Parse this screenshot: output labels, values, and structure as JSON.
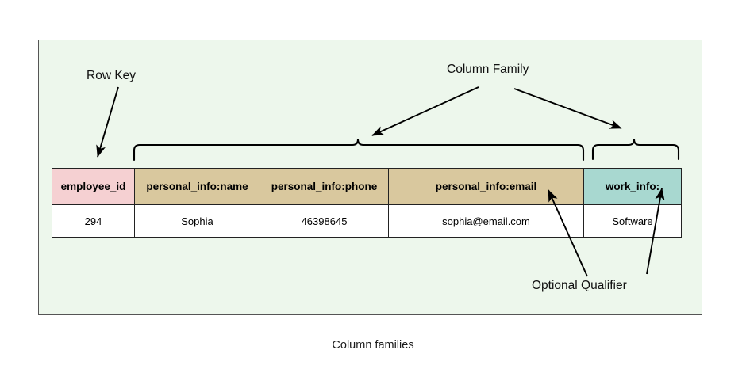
{
  "diagram": {
    "caption": "Column families",
    "panel_background": "#edf7ec",
    "panel_border": "#555555"
  },
  "annotations": {
    "row_key": "Row Key",
    "column_family": "Column Family",
    "optional_qualifier": "Optional Qualifier"
  },
  "table": {
    "columns": [
      {
        "header": "employee_id",
        "value": "294",
        "color": "#f5d0d2"
      },
      {
        "header": "personal_info:name",
        "value": "Sophia",
        "color": "#d9c89e"
      },
      {
        "header": "personal_info:phone",
        "value": "46398645",
        "color": "#d9c89e"
      },
      {
        "header": "personal_info:email",
        "value": "sophia@email.com",
        "color": "#d9c89e"
      },
      {
        "header": "work_info:",
        "value": "Software",
        "color": "#a8d8d0"
      }
    ]
  }
}
